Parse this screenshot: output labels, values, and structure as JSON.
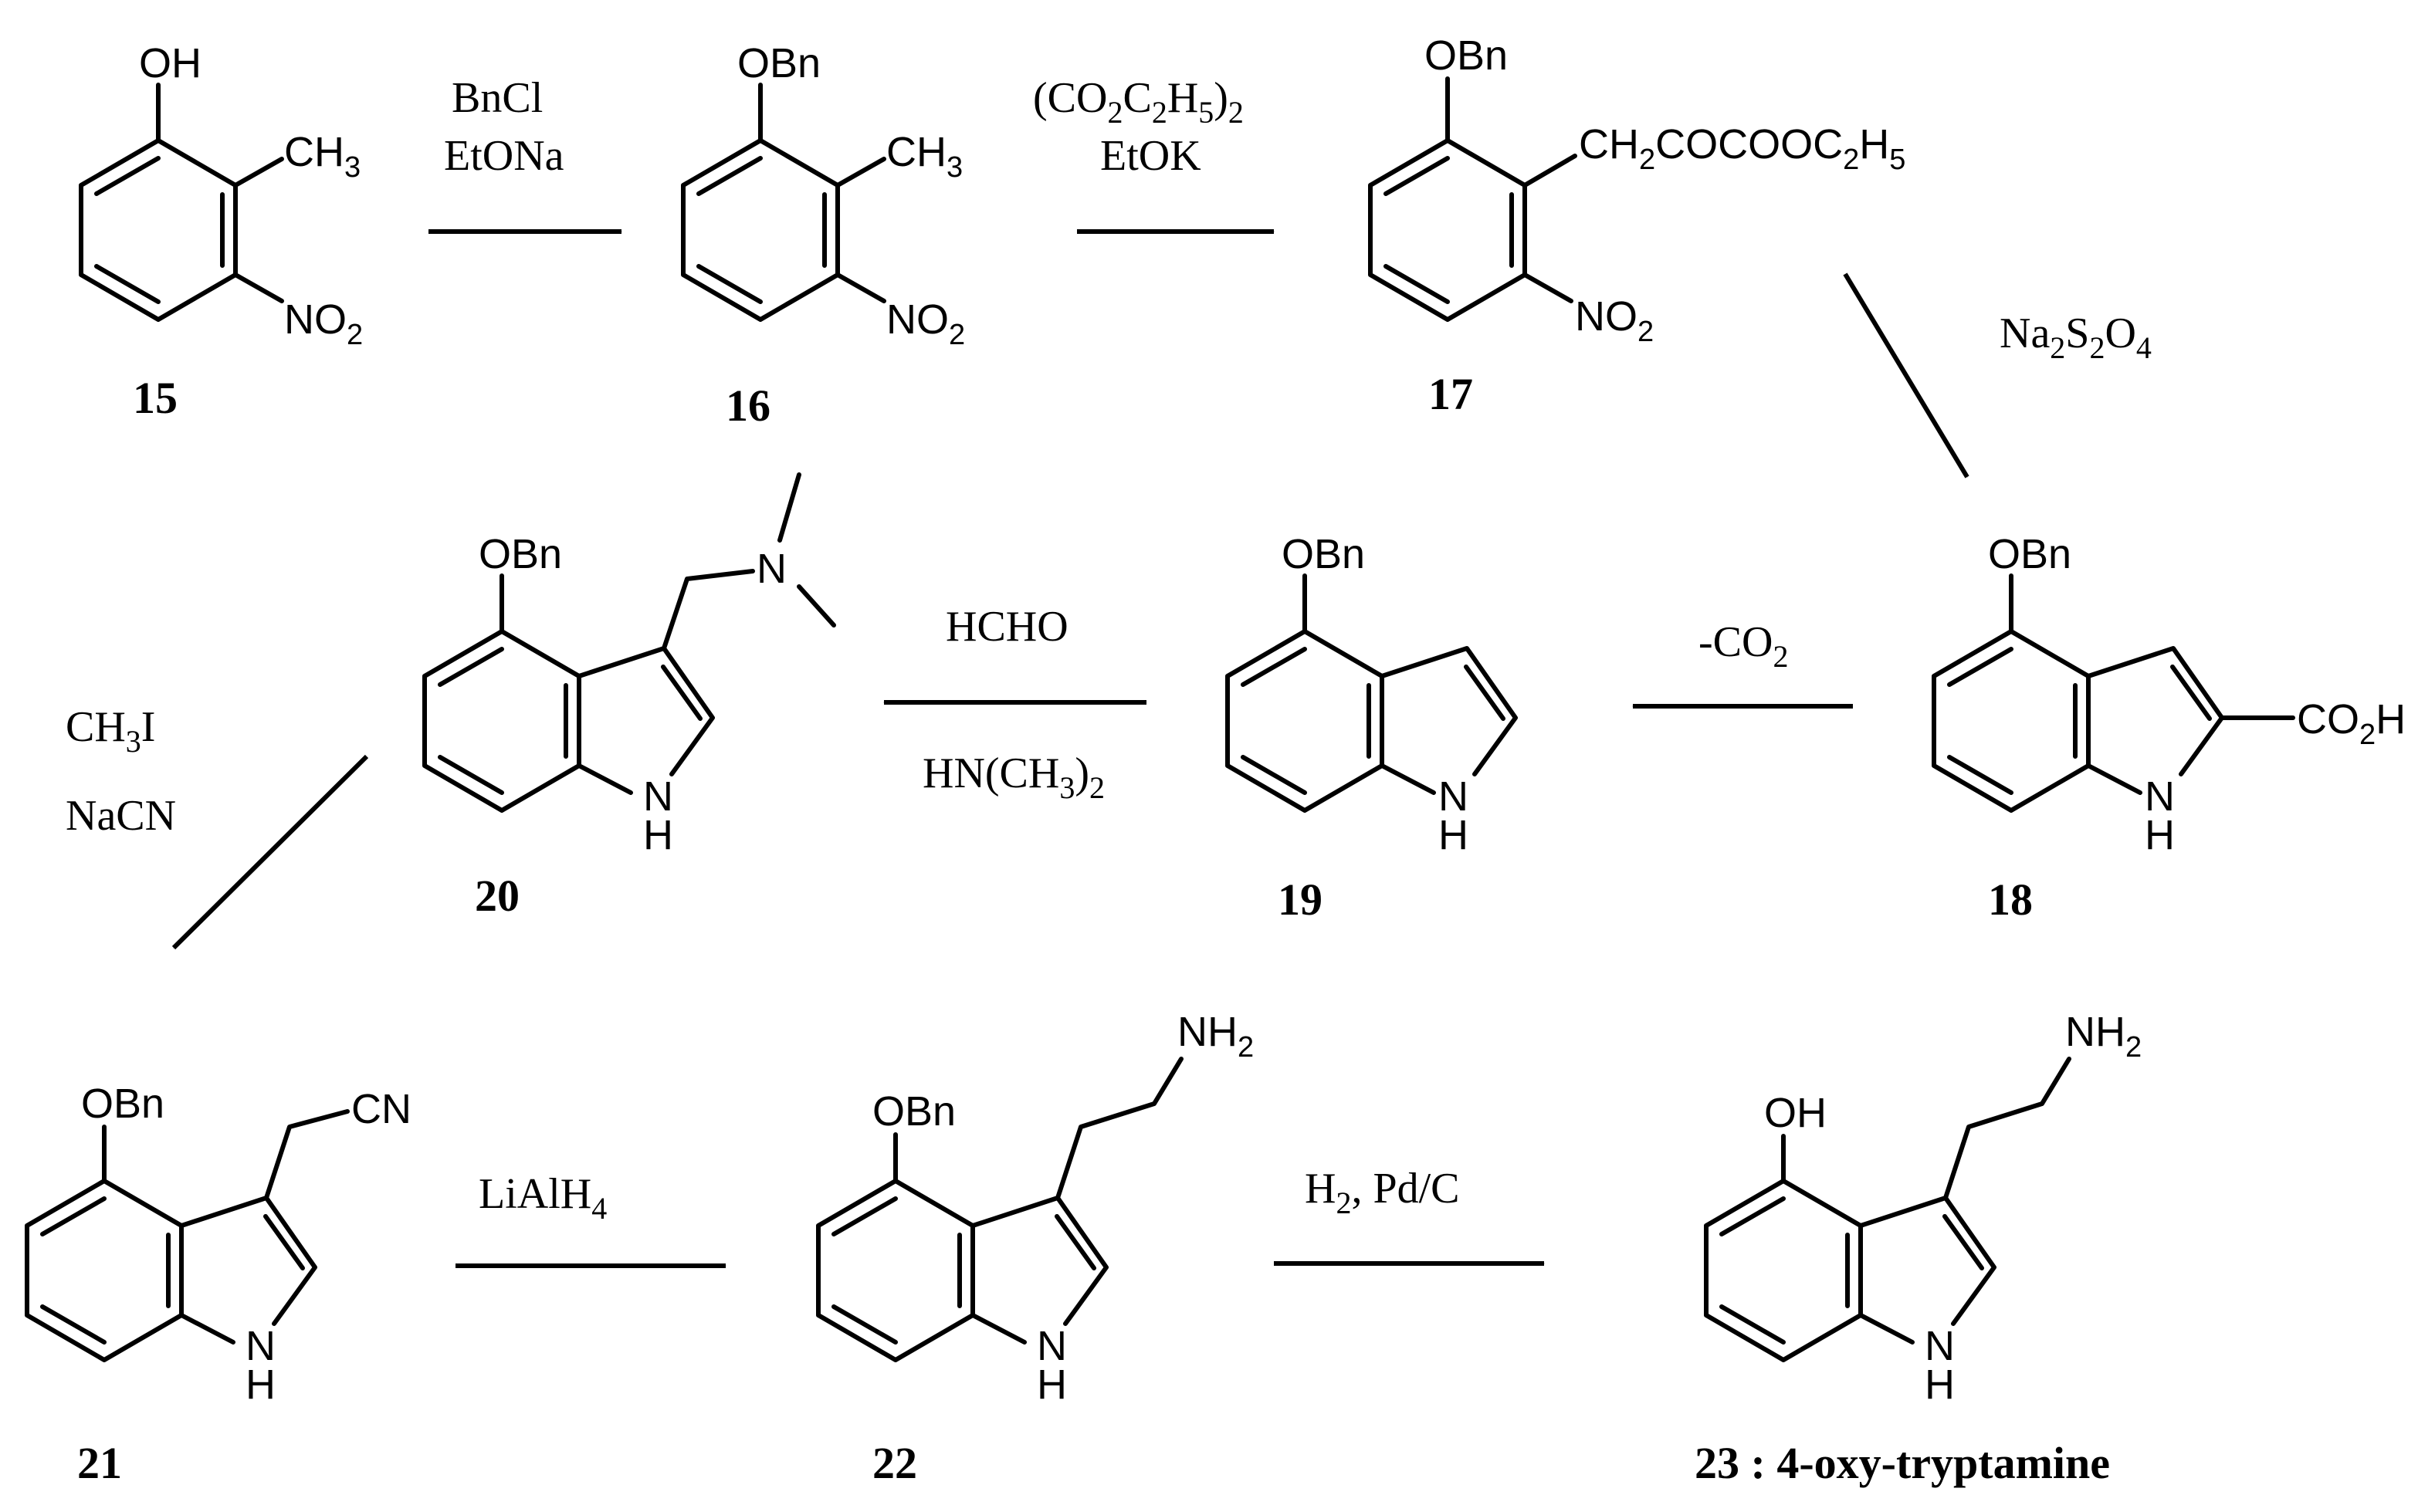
{
  "compounds": {
    "c15": {
      "number": "15",
      "oh": "OH",
      "ch3": "CH",
      "ch3_sub": "3",
      "no2": "NO",
      "no2_sub": "2"
    },
    "c16": {
      "number": "16",
      "obn": "OBn",
      "ch3": "CH",
      "ch3_sub": "3",
      "no2": "NO",
      "no2_sub": "2"
    },
    "c17": {
      "number": "17",
      "obn": "OBn",
      "side_a": "CH",
      "side_a_sub": "2",
      "side_b": "COCOOC",
      "side_b_sub": "2",
      "side_c": "H",
      "side_c_sub": "5",
      "no2": "NO",
      "no2_sub": "2"
    },
    "c18": {
      "number": "18",
      "obn": "OBn",
      "cooh": "CO",
      "cooh_sub": "2",
      "cooh_h": "H",
      "n": "N",
      "h": "H"
    },
    "c19": {
      "number": "19",
      "obn": "OBn",
      "n": "N",
      "h": "H"
    },
    "c20": {
      "number": "20",
      "obn": "OBn",
      "amine_n": "N",
      "n": "N",
      "h": "H"
    },
    "c21": {
      "number": "21",
      "obn": "OBn",
      "cn": "CN",
      "n": "N",
      "h": "H"
    },
    "c22": {
      "number": "22",
      "obn": "OBn",
      "nh2": "NH",
      "nh2_sub": "2",
      "n": "N",
      "h": "H"
    },
    "c23": {
      "number": "23 : 4-oxy-tryptamine",
      "oh": "OH",
      "nh2": "NH",
      "nh2_sub": "2",
      "n": "N",
      "h": "H"
    }
  },
  "reagents": {
    "step1": {
      "line1": "BnCl",
      "line2": "EtONa"
    },
    "step2": {
      "line1": "(CO",
      "line1_s1": "2",
      "line1_b": "C",
      "line1_s2": "2",
      "line1_c": "H",
      "line1_s3": "5",
      "line1_d": ")",
      "line1_s4": "2",
      "line2": "EtOK"
    },
    "step3": {
      "a": "Na",
      "s1": "2",
      "b": "S",
      "s2": "2",
      "c": "O",
      "s3": "4"
    },
    "step4": {
      "line1": "-CO",
      "line1_sub": "2"
    },
    "step5": {
      "line1": "HCHO",
      "line2": "HN(CH",
      "line2_sub": "3",
      "line2_end": ")",
      "line2_sub2": "2"
    },
    "step6": {
      "line1": "CH",
      "line1_sub": "3",
      "line1_end": "I",
      "line2": "NaCN"
    },
    "step7": {
      "a": "LiAlH",
      "sub": "4"
    },
    "step8": {
      "a": "H",
      "sub": "2",
      "b": ", Pd/C"
    }
  }
}
